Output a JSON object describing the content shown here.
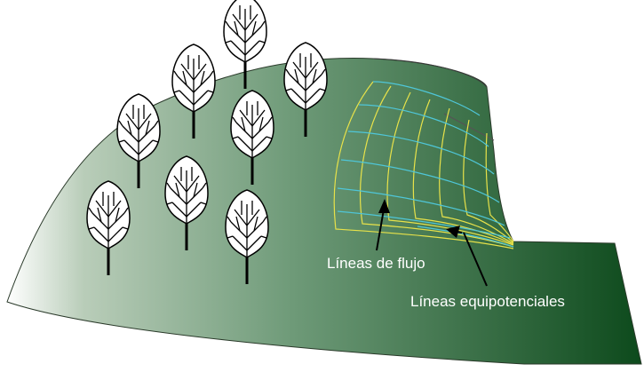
{
  "labels": {
    "flow_lines": "Líneas de flujo",
    "equipotential_lines": "Líneas equipotenciales"
  },
  "colors": {
    "hill_light": "#ffffff",
    "hill_mid": "#6e9a78",
    "hill_dark": "#0d4a1c",
    "flow_line": "#e8e24a",
    "equipotential_line": "#4fc6d8",
    "tree": "#000000",
    "label_text": "#ffffff"
  },
  "trees": {
    "count": 8
  }
}
